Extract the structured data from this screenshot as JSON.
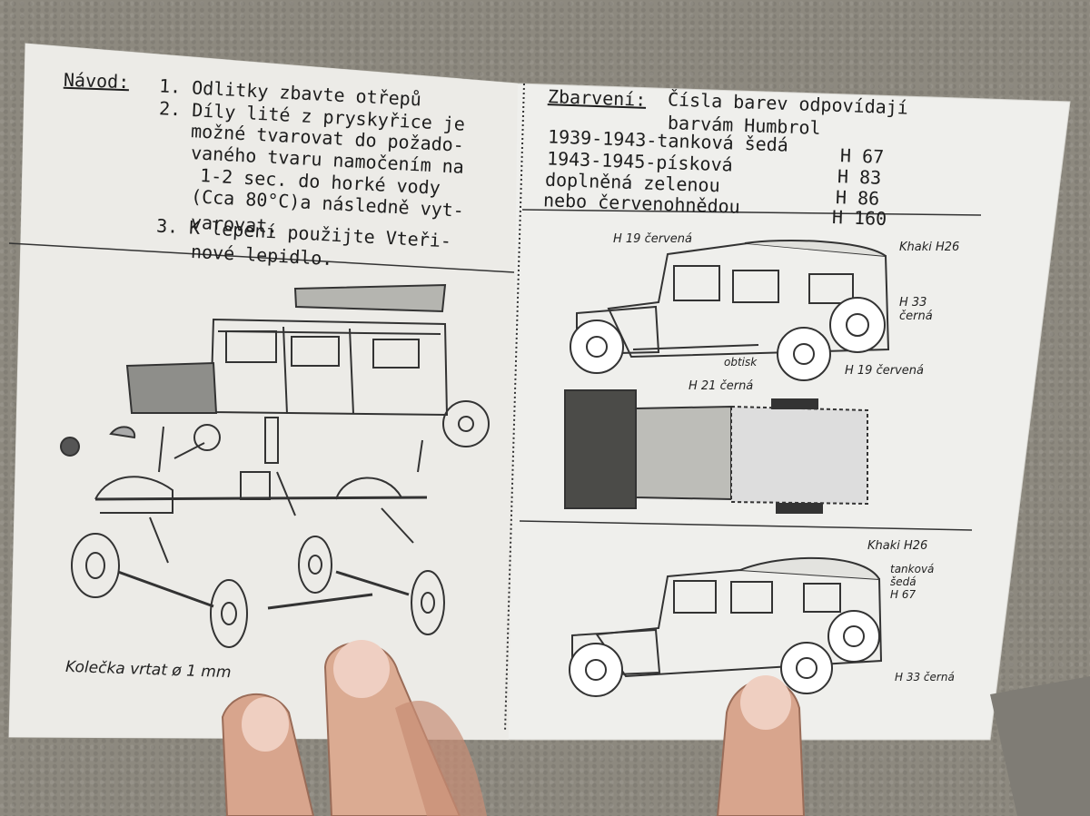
{
  "instructions": {
    "heading": "Návod:",
    "steps": [
      "1. Odlitky zbavte otřepů",
      "2. Díly lité z pryskyřice je",
      "možné tvarovat do požado-",
      "vaného tvaru namočením na",
      "1-2 sec. do horké vody",
      "(Cca 80°C)a následně vyt-",
      "varovat.",
      "3. K lepení použijte Vteři-",
      "nové lepidlo."
    ],
    "wheel_note": "Kolečka vrtat ø 1 mm"
  },
  "colouring": {
    "heading": "Zbarvení:",
    "intro_lines": [
      "Čísla barev odpovídají",
      "barvám Humbrol"
    ],
    "rows": [
      {
        "label": "1939-1943-tanková šedá",
        "code": "H 67"
      },
      {
        "label": "1943-1945-písková",
        "code": "H 83"
      },
      {
        "label": "doplněná zelenou",
        "code": "H 86"
      },
      {
        "label": "nebo červenohnědou",
        "code": "H 160"
      }
    ]
  },
  "callouts": {
    "top_h19": "H 19 červená",
    "top_khaki": "Khaki H26",
    "top_h33": "H 33\nčerná",
    "top_obtisk": "obtisk",
    "top_h19_bottom": "H 19 červená",
    "mid_h21": "H 21 černá",
    "bottom_khaki": "Khaki H26",
    "bottom_tank": "tanková\nšedá\nH 67",
    "bottom_h33": "H 33 černá"
  },
  "colors": {
    "paper": "#efefec",
    "ink": "#1d1d1d",
    "surface": "#8d897f",
    "skin": "#d9aa93"
  }
}
